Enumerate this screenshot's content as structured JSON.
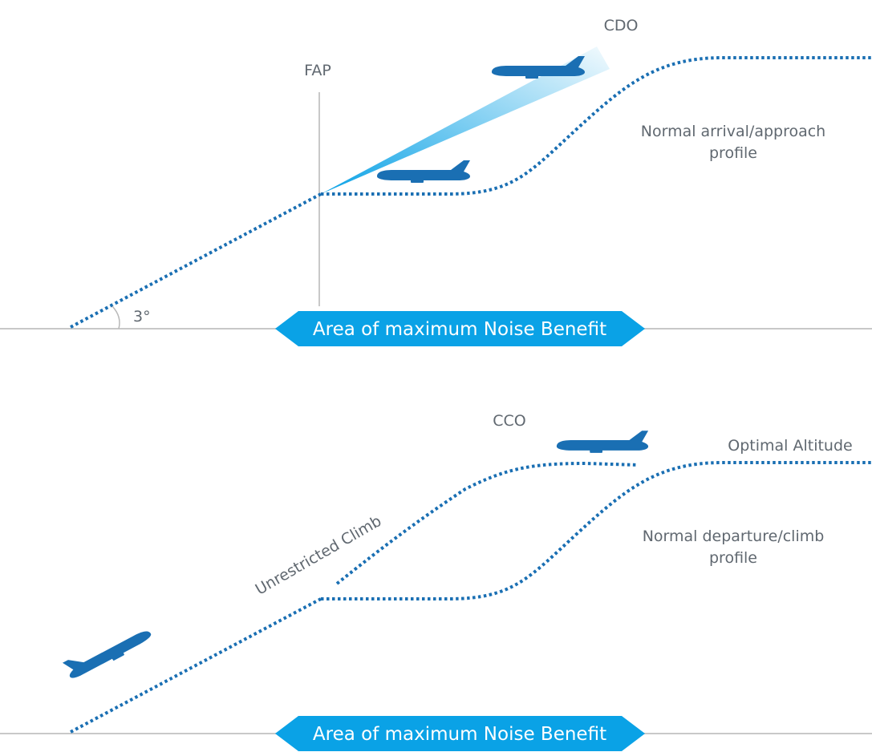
{
  "approach": {
    "title": "CDO",
    "fap_label": "FAP",
    "angle_label": "3°",
    "normal_profile_label": [
      "Normal arrival/approach",
      "profile"
    ],
    "banner_label": "Area of maximum Noise Benefit"
  },
  "departure": {
    "title": "CCO",
    "optimal_label": "Optimal Altitude",
    "climb_label": "Unrestricted Climb",
    "normal_profile_label": [
      "Normal departure/climb",
      "profile"
    ],
    "banner_label": "Area of maximum Noise Benefit"
  },
  "colors": {
    "profile": "#1a6fb3",
    "banner": "#0aa2e6",
    "ground": "#c8c8c8",
    "text": "#606870"
  }
}
